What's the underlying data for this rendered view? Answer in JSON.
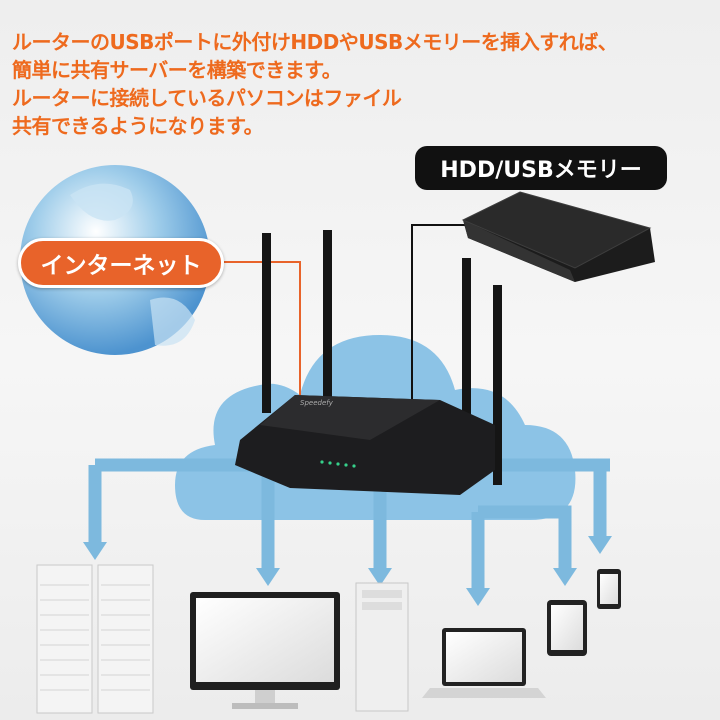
{
  "headline": {
    "lines": [
      "ルーターのUSBポートに外付けHDDやUSBメモリーを挿入すれば、",
      "簡単に共有サーバーを構築できます。",
      "ルーターに接続しているパソコンはファイル",
      "共有できるようになります。"
    ]
  },
  "labels": {
    "hdd_usb": "HDD/USBメモリー",
    "internet": "インターネット"
  },
  "router": {
    "logo": "Speedefy"
  },
  "colors": {
    "accent_orange": "#ee6a1e",
    "cloud_blue": "#8cc3e6",
    "arrow_blue": "#7db9de"
  }
}
